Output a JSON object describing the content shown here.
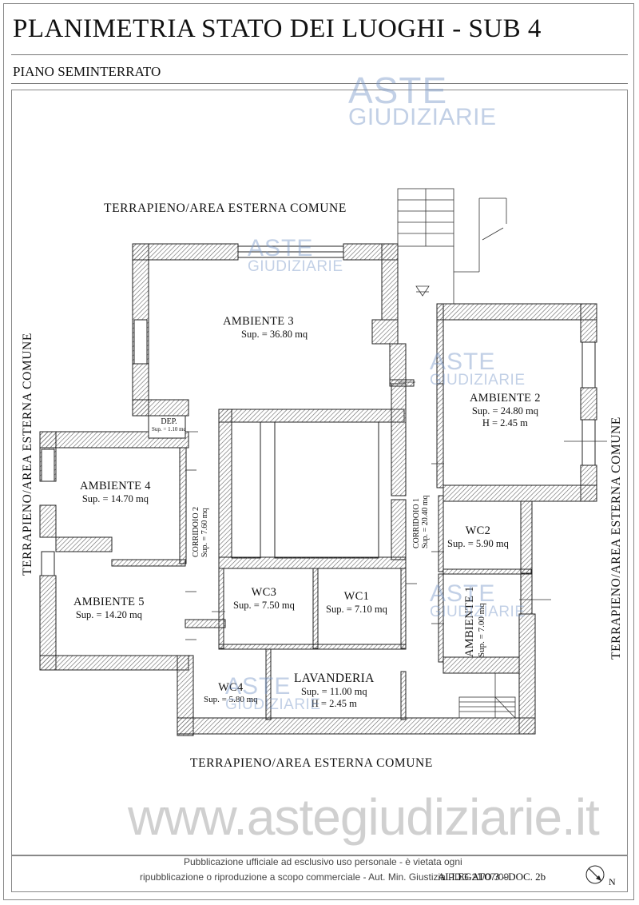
{
  "header": {
    "title": "PLANIMETRIA STATO DEI LUOGHI - SUB 4",
    "floor": "PIANO SEMINTERRATO"
  },
  "external_labels": {
    "top": "TERRAPIENO/AREA ESTERNA COMUNE",
    "bottom": "TERRAPIENO/AREA ESTERNA COMUNE",
    "left": "TERRAPIENO/AREA ESTERNA COMUNE",
    "right": "TERRAPIENO/AREA ESTERNA COMUNE"
  },
  "rooms": {
    "ambiente3": {
      "name": "AMBIENTE 3",
      "area": "Sup. = 36.80 mq"
    },
    "ambiente2": {
      "name": "AMBIENTE 2",
      "area": "Sup. = 24.80 mq",
      "height": "H = 2.45 m"
    },
    "dep": {
      "name": "DEP.",
      "area": "Sup. = 1.10 mq"
    },
    "ambiente4": {
      "name": "AMBIENTE 4",
      "area": "Sup. = 14.70 mq"
    },
    "corridoio2": {
      "name": "CORRIDOIO 2",
      "area": "Sup. = 7.60 mq"
    },
    "corridoio1": {
      "name": "CORRIDOIO 1",
      "area": "Sup. = 20.40 mq"
    },
    "wc2": {
      "name": "WC2",
      "area": "Sup. = 5.90 mq"
    },
    "ambiente5": {
      "name": "AMBIENTE 5",
      "area": "Sup. = 14.20 mq"
    },
    "wc3": {
      "name": "WC3",
      "area": "Sup. = 7.50 mq"
    },
    "wc1": {
      "name": "WC1",
      "area": "Sup. = 7.10 mq"
    },
    "ambiente1": {
      "name": "AMBIENTE 1",
      "area": "Sup. = 7.00 mq"
    },
    "wc4": {
      "name": "WC4",
      "area": "Sup. = 5.80 mq"
    },
    "lavanderia": {
      "name": "LAVANDERIA",
      "area": "Sup. = 11.00 mq",
      "height": "H = 2.45 m"
    }
  },
  "watermark": {
    "line1": "ASTE",
    "line2": "GIUDIZIARIE",
    "site": "www.astegiudiziarie.it",
    "color": "#7896c8"
  },
  "footer": {
    "disclaimer_line1": "Pubblicazione ufficiale ad esclusivo uso personale - è vietata ogni",
    "disclaimer_line2": "ripubblicazione o riproduzione a scopo commerciale - Aut. Min. Giustizia PDG 21/07/09",
    "doc_ref": "ALLEGATO 3 - DOC. 2b",
    "north": "N"
  }
}
